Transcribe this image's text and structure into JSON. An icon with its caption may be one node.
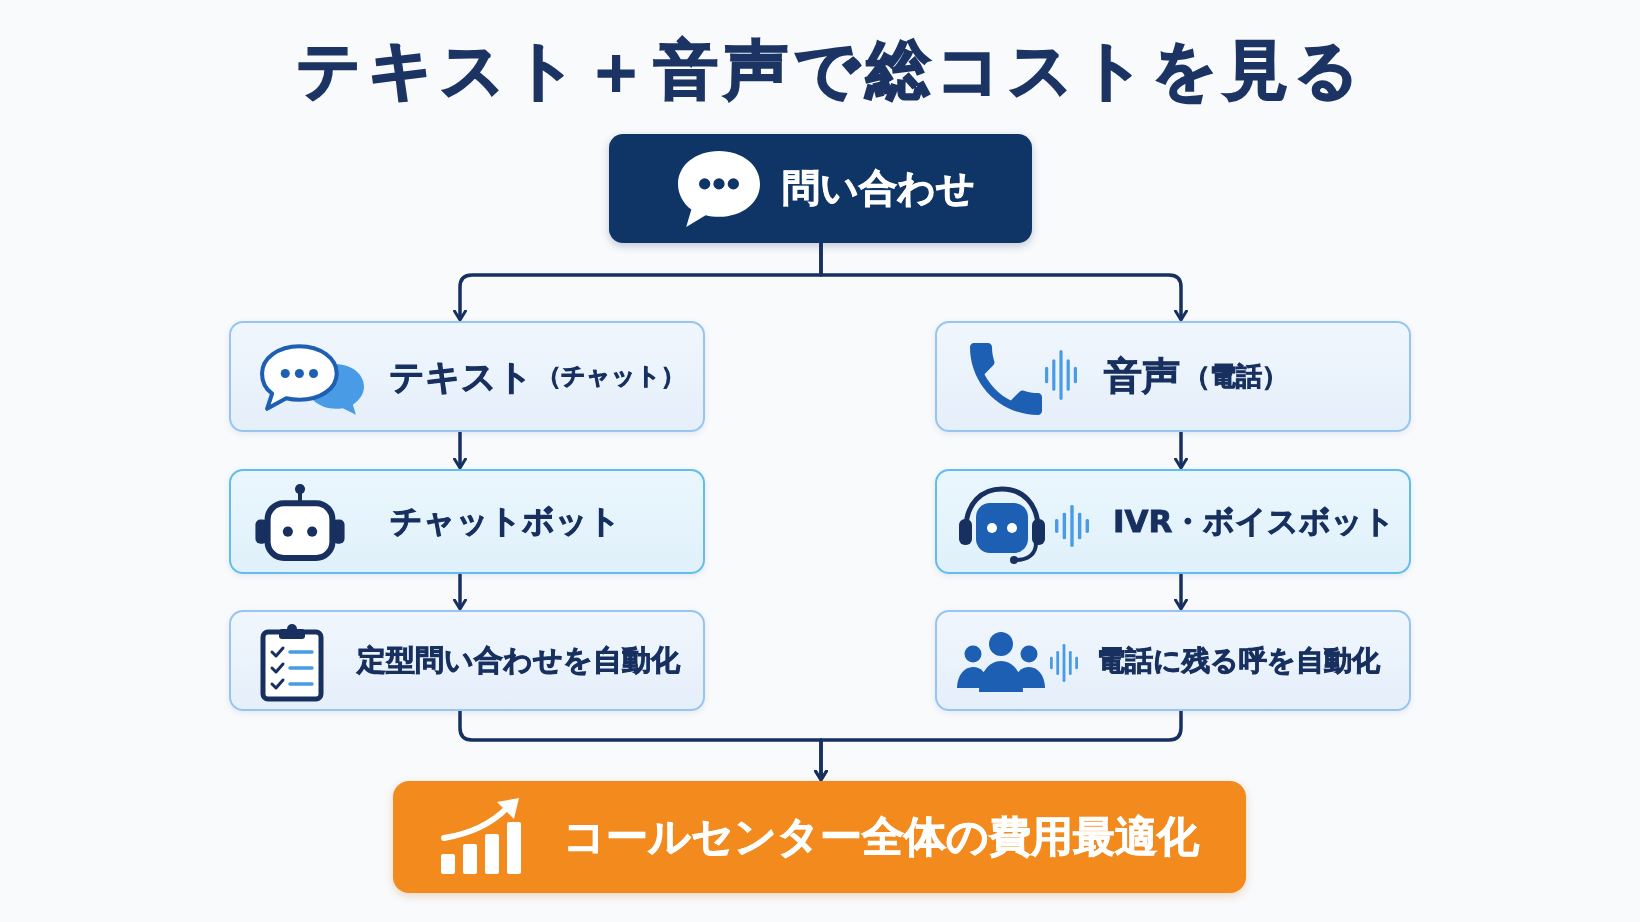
{
  "diagram": {
    "title": "テキスト＋音声で総コストを見る",
    "nodes": [
      {
        "text": [
          "問い合わせ"
        ]
      },
      {
        "text": [
          "テキスト",
          "（チャット）"
        ]
      },
      {
        "text": [
          "音声",
          "（電話）"
        ]
      },
      {
        "text": [
          "チャットボット"
        ]
      },
      {
        "text": [
          "IVR・ボイスボット"
        ]
      },
      {
        "text": [
          "定型問い合わせを自動化"
        ]
      },
      {
        "text": [
          "電話に残る呼を自動化"
        ]
      },
      {
        "text": [
          "コールセンター全体の費用最適化"
        ]
      }
    ],
    "edges": [
      {
        "from": 0,
        "to": 1,
        "arrow": "to"
      },
      {
        "from": 0,
        "to": 2,
        "arrow": "to"
      },
      {
        "from": 1,
        "to": 3,
        "arrow": "to"
      },
      {
        "from": 2,
        "to": 4,
        "arrow": "to"
      },
      {
        "from": 3,
        "to": 5,
        "arrow": "to"
      },
      {
        "from": 4,
        "to": 6,
        "arrow": "to"
      },
      {
        "from": 5,
        "to": 7,
        "arrow": "to"
      },
      {
        "from": 6,
        "to": 7,
        "arrow": "to"
      }
    ]
  }
}
